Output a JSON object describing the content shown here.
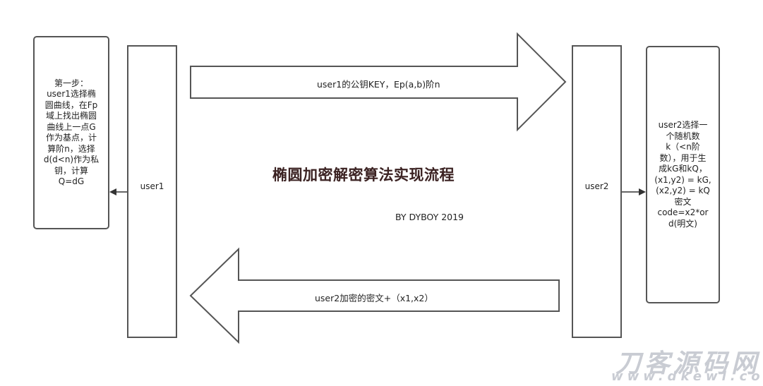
{
  "diagram": {
    "title": "椭圆加密解密算法实现流程",
    "byline": "BY DYBOY 2019",
    "nodes": {
      "step1": "第一步：\nuser1选择椭\n圆曲线，在Fp\n域上找出椭圆\n曲线上一点G\n作为基点，计\n算阶n，选择\nd(d<n)作为私\n钥，计算\nQ=dG",
      "user1": "user1",
      "user2": "user2",
      "step2": "user2选择一\n个随机数\nk（<n阶\n数），用于生\n成kG和kQ，\n(x1,y2) = kG,\n(x2,y2) = kQ\n密文\ncode=x2*or\nd(明文)"
    },
    "arrows": {
      "to_user2": "user1的公钥KEY，Ep(a,b)阶n",
      "to_user1": "user2加密的密文+（x1,x2）"
    },
    "colors": {
      "stroke": "#555555",
      "title": "#3b2222",
      "watermark": "#c9ccd3"
    }
  },
  "watermark": {
    "line1": "刀客源码网",
    "line2": "www.dkewl.com"
  }
}
